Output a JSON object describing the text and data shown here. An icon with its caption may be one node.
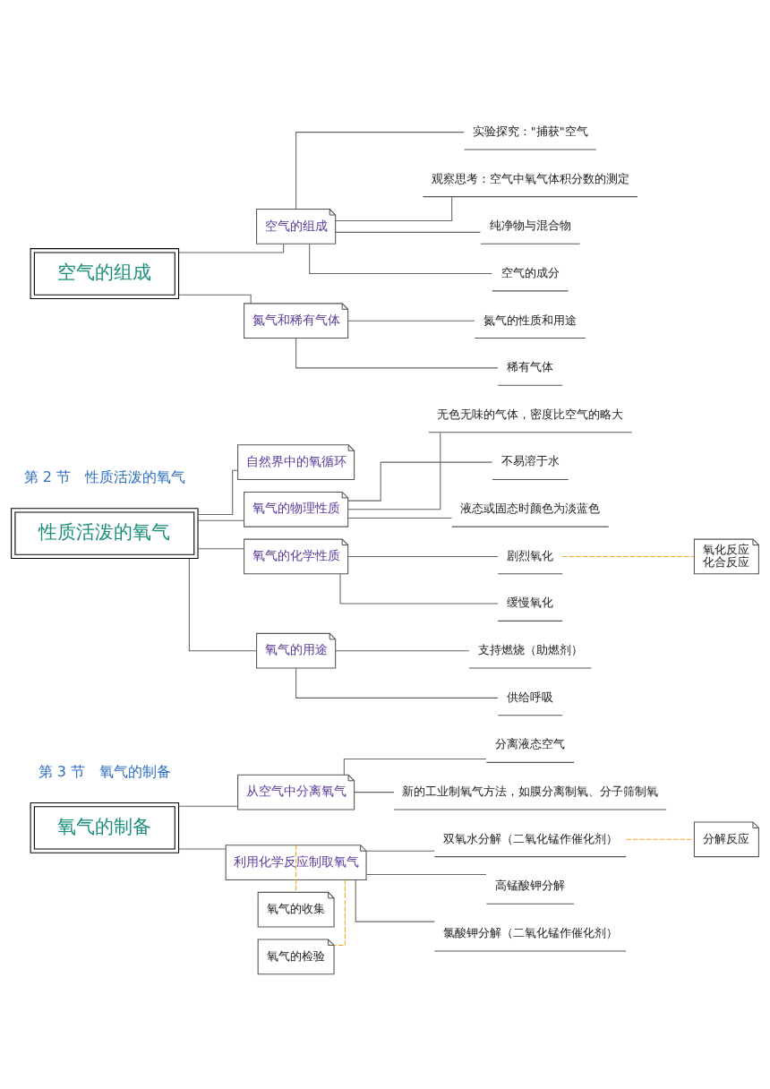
{
  "diagram": {
    "nodes": [
      {
        "text": [
          "空气的组成"
        ]
      },
      {
        "text": [
          "空气的组成"
        ]
      },
      {
        "text": [
          "实验探究：\"捕获\"空气"
        ]
      },
      {
        "text": [
          "观察思考：空气中氧气体积分数的测定"
        ]
      },
      {
        "text": [
          "纯净物与混合物"
        ]
      },
      {
        "text": [
          "空气的成分"
        ]
      },
      {
        "text": [
          "氮气和稀有气体"
        ]
      },
      {
        "text": [
          "氮气的性质和用途"
        ]
      },
      {
        "text": [
          "稀有气体"
        ]
      },
      {
        "text": [
          "性质活泼的氧气"
        ]
      },
      {
        "text": [
          "自然界中的氧循环"
        ]
      },
      {
        "text": [
          "氧气的物理性质"
        ]
      },
      {
        "text": [
          "无色无味的气体，密度比空气的略大"
        ]
      },
      {
        "text": [
          "不易溶于水"
        ]
      },
      {
        "text": [
          "液态或固态时颜色为淡蓝色"
        ]
      },
      {
        "text": [
          "氧气的化学性质"
        ]
      },
      {
        "text": [
          "剧烈氧化"
        ]
      },
      {
        "text": [
          "缓慢氧化"
        ]
      },
      {
        "text": [
          "氧化反应",
          "化合反应"
        ]
      },
      {
        "text": [
          "氧气的用途"
        ]
      },
      {
        "text": [
          "支持燃烧（助燃剂）"
        ]
      },
      {
        "text": [
          "供给呼吸"
        ]
      },
      {
        "text": [
          "氧气的制备"
        ]
      },
      {
        "text": [
          "从空气中分离氧气"
        ]
      },
      {
        "text": [
          "分离液态空气"
        ]
      },
      {
        "text": [
          "新的工业制氧气方法，如膜分离制氧、分子筛制氧"
        ]
      },
      {
        "text": [
          "利用化学反应制取氧气"
        ]
      },
      {
        "text": [
          "氧气的收集"
        ]
      },
      {
        "text": [
          "双氧水分解（二氧化锰作催化剂）"
        ]
      },
      {
        "text": [
          "高锰酸钾分解"
        ]
      },
      {
        "text": [
          "氯酸钾分解（二氧化锰作催化剂）"
        ]
      },
      {
        "text": [
          "分解反应"
        ]
      },
      {
        "text": [
          "氧气的检验"
        ]
      }
    ],
    "edges": [
      {
        "from": 0,
        "to": 1,
        "arrow": "none"
      },
      {
        "from": 0,
        "to": 6,
        "arrow": "none"
      },
      {
        "from": 1,
        "to": 2,
        "arrow": "none"
      },
      {
        "from": 1,
        "to": 3,
        "arrow": "none"
      },
      {
        "from": 1,
        "to": 4,
        "arrow": "none"
      },
      {
        "from": 1,
        "to": 5,
        "arrow": "none"
      },
      {
        "from": 6,
        "to": 7,
        "arrow": "none"
      },
      {
        "from": 6,
        "to": 8,
        "arrow": "none"
      },
      {
        "from": 9,
        "to": 10,
        "arrow": "none"
      },
      {
        "from": 9,
        "to": 11,
        "arrow": "none"
      },
      {
        "from": 9,
        "to": 15,
        "arrow": "none"
      },
      {
        "from": 9,
        "to": 19,
        "arrow": "none"
      },
      {
        "from": 11,
        "to": 12,
        "arrow": "none"
      },
      {
        "from": 11,
        "to": 13,
        "arrow": "none"
      },
      {
        "from": 11,
        "to": 14,
        "arrow": "none"
      },
      {
        "from": 15,
        "to": 16,
        "arrow": "none"
      },
      {
        "from": 15,
        "to": 17,
        "arrow": "none"
      },
      {
        "from": 16,
        "to": 18,
        "arrow": "none",
        "style": "dashed",
        "color": "#f5a623"
      },
      {
        "from": 19,
        "to": 20,
        "arrow": "none"
      },
      {
        "from": 19,
        "to": 21,
        "arrow": "none"
      },
      {
        "from": 22,
        "to": 23,
        "arrow": "none"
      },
      {
        "from": 22,
        "to": 26,
        "arrow": "none"
      },
      {
        "from": 23,
        "to": 24,
        "arrow": "none"
      },
      {
        "from": 23,
        "to": 25,
        "arrow": "none"
      },
      {
        "from": 26,
        "to": 28,
        "arrow": "none"
      },
      {
        "from": 26,
        "to": 29,
        "arrow": "none"
      },
      {
        "from": 26,
        "to": 30,
        "arrow": "none"
      },
      {
        "from": 28,
        "to": 31,
        "arrow": "none",
        "style": "dashed",
        "color": "#f5a623"
      },
      {
        "from": 26,
        "to": 27,
        "arrow": "none",
        "style": "dashed",
        "color": "#f5a623"
      },
      {
        "from": 26,
        "to": 32,
        "arrow": "none",
        "style": "dashed",
        "color": "#f5a623"
      }
    ],
    "labels": [
      "第 2 节　性质活泼的氧气",
      "第 3 节　氧气的制备"
    ]
  }
}
